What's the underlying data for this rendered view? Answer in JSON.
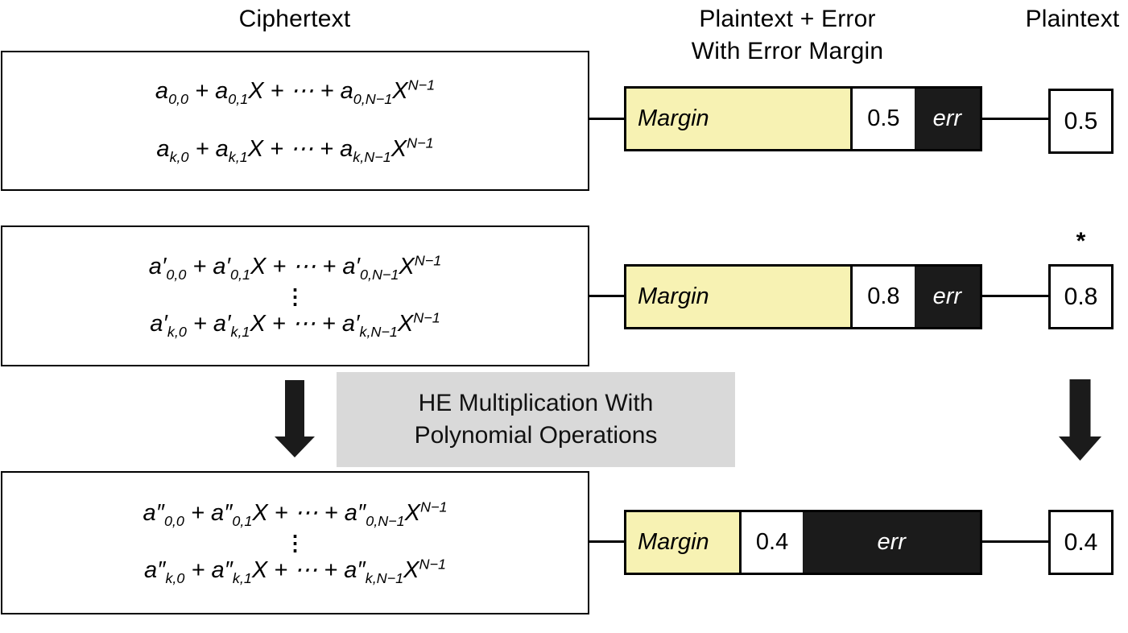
{
  "colors": {
    "margin_yellow": "#f7f2b3",
    "err_black": "#1b1b1b",
    "op_gray": "#d9d9d9"
  },
  "headers": {
    "ciphertext": "Ciphertext",
    "plaintext_error_line1": "Plaintext + Error",
    "plaintext_error_line2": "With Error Margin",
    "plaintext": "Plaintext"
  },
  "operation": {
    "line1": "HE Multiplication With",
    "line2": "Polynomial Operations"
  },
  "rows": [
    {
      "ciphertext_line1": "a_{0,0} + a_{0,1}X + ⋯ + a_{0,N−1}X^{N−1}",
      "ciphertext_line2": "a_{k,0} + a_{k,1}X + ⋯ + a_{k,N−1}X^{N−1}",
      "bar": {
        "margin_label": "Margin",
        "value": "0.5",
        "err_label": "err",
        "margin_width": "64%",
        "value_width": "17.5%",
        "err_width": "18.5%"
      },
      "plaintext_value": "0.5"
    },
    {
      "ciphertext_line1": "a′_{0,0} + a′_{0,1}X + ⋯ + a′_{0,N−1}X^{N−1}",
      "vdots": "⋮",
      "ciphertext_line2": "a′_{k,0} + a′_{k,1}X + ⋯ + a′_{k,N−1}X^{N−1}",
      "bar": {
        "margin_label": "Margin",
        "value": "0.8",
        "err_label": "err",
        "margin_width": "64%",
        "value_width": "17.5%",
        "err_width": "18.5%"
      },
      "plaintext_value": "0.8",
      "plaintext_note": "*"
    },
    {
      "ciphertext_line1": "a″_{0,0} + a″_{0,1}X + ⋯ + a″_{0,N−1}X^{N−1}",
      "vdots": "⋮",
      "ciphertext_line2": "a″_{k,0} + a″_{k,1}X + ⋯ + a″_{k,N−1}X^{N−1}",
      "bar": {
        "margin_label": "Margin",
        "value": "0.4",
        "err_label": "err",
        "margin_width": "32.5%",
        "value_width": "17.5%",
        "err_width": "50%"
      },
      "plaintext_value": "0.4"
    }
  ]
}
